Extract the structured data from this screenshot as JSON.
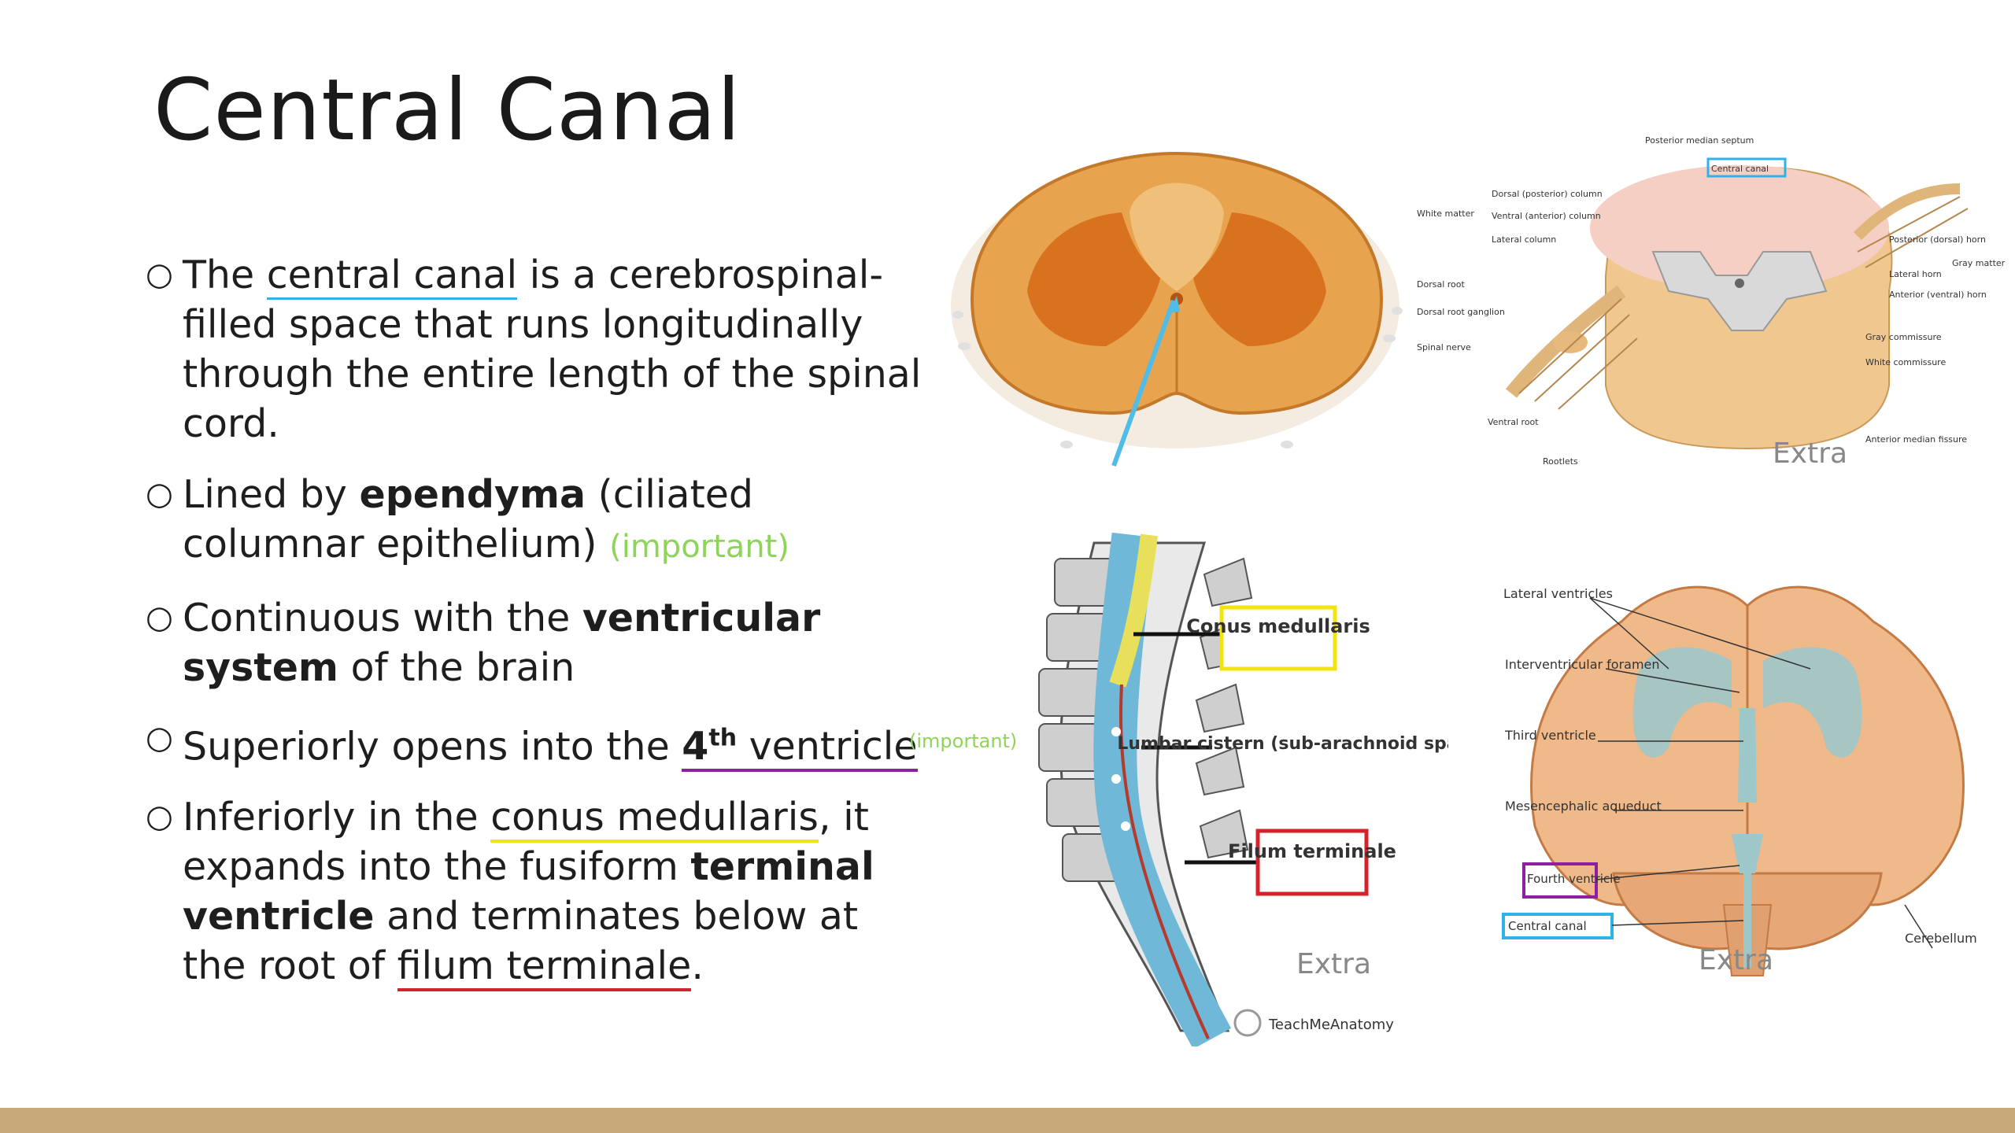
{
  "slide": {
    "title": "Central Canal",
    "bullets": [
      {
        "pre": "The ",
        "u": "central canal",
        "post": " is a cerebrospinal-filled space that runs longitudinally through the entire length of the spinal cord."
      },
      {
        "pre": "Lined by ",
        "b": "ependyma",
        "post": " (ciliated columnar epithelium) ",
        "imp": "(important)"
      },
      {
        "pre": "Continuous with the ",
        "b": "ventricular system",
        "post": " of the brain"
      },
      {
        "pre": "Superiorly opens into the ",
        "b": "4",
        "sup": "th",
        "u": " ventricle"
      },
      {
        "pre": "Inferiorly in the ",
        "u": "conus medullaris",
        "mid": ", it expands into the fusiform ",
        "b": "terminal ventricle",
        "mid2": " and terminates below at the root of ",
        "u2": "filum terminale",
        "post": "."
      }
    ],
    "important_small": "(important)",
    "bullet_mark": "○"
  },
  "figures": {
    "extra_label": "Extra",
    "cross_section": {},
    "spinal_cord_3d": {
      "labels": {
        "posterior_median_septum": "Posterior median septum",
        "central_canal": "Central canal",
        "dorsal_column": "Dorsal (posterior) column",
        "ventral_column": "Ventral (anterior) column",
        "lateral_column": "Lateral column",
        "white_matter": "White matter",
        "dorsal_root": "Dorsal root",
        "dorsal_root_ganglion": "Dorsal root ganglion",
        "spinal_nerve": "Spinal nerve",
        "ventral_root": "Ventral root",
        "rootlets": "Rootlets",
        "posterior_horn": "Posterior (dorsal) horn",
        "lateral_horn": "Lateral horn",
        "anterior_horn": "Anterior (ventral) horn",
        "gray_matter": "Gray matter",
        "gray_commissure": "Gray commissure",
        "white_commissure": "White commissure",
        "anterior_median_fissure": "Anterior median fissure"
      }
    },
    "lumbar": {
      "conus": "Conus medullaris",
      "cistern": "Lumbar cistern (sub-arachnoid space)",
      "filum": "Filum terminale",
      "credit": "TeachMeAnatomy"
    },
    "brain": {
      "labels": {
        "lateral_ventricles": "Lateral ventricles",
        "interventricular_foramen": "Interventricular foramen",
        "third_ventricle": "Third ventricle",
        "mesencephalic_aqueduct": "Mesencephalic aqueduct",
        "fourth_ventricle": "Fourth ventricle",
        "central_canal": "Central canal",
        "cerebellum": "Cerebellum"
      }
    }
  },
  "colors": {
    "footer": "#c7a97a",
    "important": "#8ed45a",
    "blue_underline": "#2fb2e8",
    "purple_underline": "#8e1fa3",
    "yellow_underline": "#f2e40e",
    "red_underline": "#d4232b"
  }
}
